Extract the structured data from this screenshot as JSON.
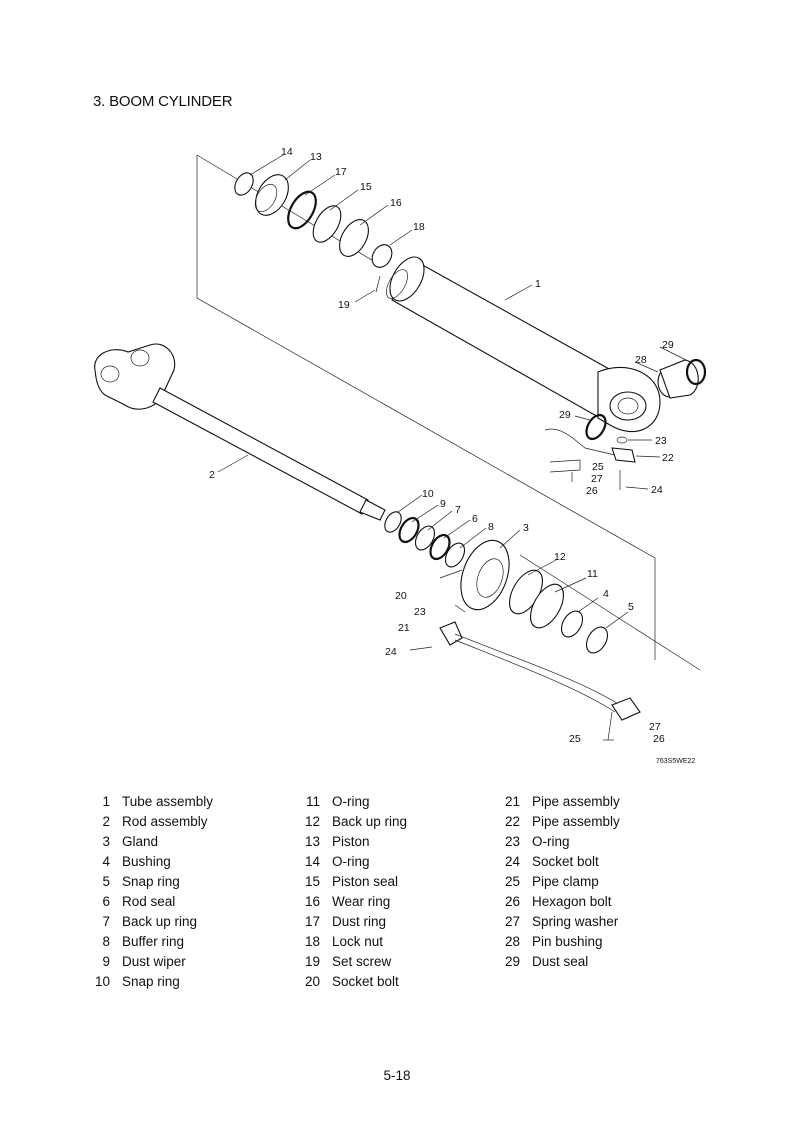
{
  "page": {
    "title": "3. BOOM CYLINDER",
    "page_number": "5-18"
  },
  "diagram": {
    "drawing_code": "763S5WE22",
    "callouts": {
      "c1": "1",
      "c2": "2",
      "c3": "3",
      "c4": "4",
      "c5": "5",
      "c6": "6",
      "c7": "7",
      "c8": "8",
      "c9": "9",
      "c10": "10",
      "c11": "11",
      "c12": "12",
      "c13": "13",
      "c14": "14",
      "c15": "15",
      "c16": "16",
      "c17": "17",
      "c18": "18",
      "c19": "19",
      "c20": "20",
      "c21": "21",
      "c22": "22",
      "c23a": "23",
      "c23b": "23",
      "c24a": "24",
      "c24b": "24",
      "c25a": "25",
      "c25b": "25",
      "c26a": "26",
      "c26b": "26",
      "c27a": "27",
      "c27b": "27",
      "c28": "28",
      "c29a": "29",
      "c29b": "29"
    }
  },
  "parts": [
    [
      {
        "no": "1",
        "name": "Tube assembly"
      },
      {
        "no": "2",
        "name": "Rod assembly"
      },
      {
        "no": "3",
        "name": "Gland"
      },
      {
        "no": "4",
        "name": "Bushing"
      },
      {
        "no": "5",
        "name": "Snap ring"
      },
      {
        "no": "6",
        "name": "Rod seal"
      },
      {
        "no": "7",
        "name": "Back up ring"
      },
      {
        "no": "8",
        "name": "Buffer ring"
      },
      {
        "no": "9",
        "name": "Dust wiper"
      },
      {
        "no": "10",
        "name": "Snap ring"
      }
    ],
    [
      {
        "no": "11",
        "name": "O-ring"
      },
      {
        "no": "12",
        "name": "Back up ring"
      },
      {
        "no": "13",
        "name": "Piston"
      },
      {
        "no": "14",
        "name": "O-ring"
      },
      {
        "no": "15",
        "name": "Piston seal"
      },
      {
        "no": "16",
        "name": "Wear ring"
      },
      {
        "no": "17",
        "name": "Dust ring"
      },
      {
        "no": "18",
        "name": "Lock nut"
      },
      {
        "no": "19",
        "name": "Set screw"
      },
      {
        "no": "20",
        "name": "Socket bolt"
      }
    ],
    [
      {
        "no": "21",
        "name": "Pipe assembly"
      },
      {
        "no": "22",
        "name": "Pipe assembly"
      },
      {
        "no": "23",
        "name": "O-ring"
      },
      {
        "no": "24",
        "name": "Socket bolt"
      },
      {
        "no": "25",
        "name": "Pipe clamp"
      },
      {
        "no": "26",
        "name": "Hexagon bolt"
      },
      {
        "no": "27",
        "name": "Spring washer"
      },
      {
        "no": "28",
        "name": "Pin bushing"
      },
      {
        "no": "29",
        "name": "Dust seal"
      }
    ]
  ]
}
